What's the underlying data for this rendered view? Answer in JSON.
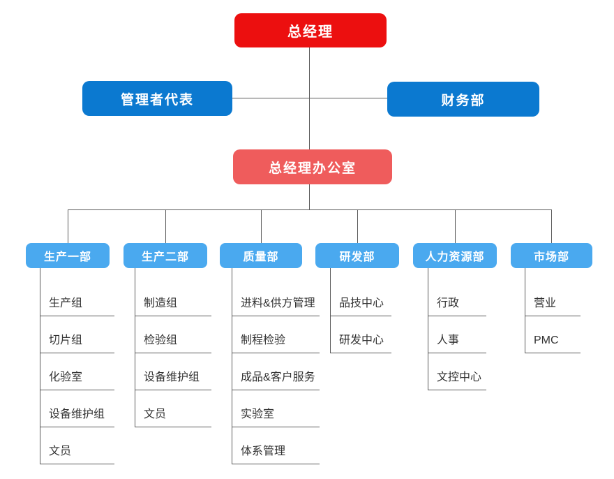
{
  "org": {
    "root": {
      "label": "总经理",
      "color": "#ec0f0f"
    },
    "level2": [
      {
        "label": "管理者代表",
        "color": "#0b79d0"
      },
      {
        "label": "财务部",
        "color": "#0b79d0"
      }
    ],
    "level3": {
      "label": "总经理办公室",
      "color": "#ef5c5c"
    },
    "departments": [
      {
        "label": "生产一部",
        "children": [
          "生产组",
          "切片组",
          "化验室",
          "设备维护组",
          "文员"
        ]
      },
      {
        "label": "生产二部",
        "children": [
          "制造组",
          "检验组",
          "设备维护组",
          "文员"
        ]
      },
      {
        "label": "质量部",
        "children": [
          "进料&供方管理",
          "制程检验",
          "成品&客户服务",
          "实验室",
          "体系管理"
        ]
      },
      {
        "label": "研发部",
        "children": [
          "品技中心",
          "研发中心"
        ]
      },
      {
        "label": "人力资源部",
        "children": [
          "行政",
          "人事",
          "文控中心"
        ]
      },
      {
        "label": "市场部",
        "children": [
          "营业",
          "PMC"
        ]
      }
    ],
    "colors": {
      "root": "#ec0f0f",
      "level2": "#0b79d0",
      "level3": "#ef5c5c",
      "department": "#4aa9ef",
      "line": "#5a5a5a",
      "item_text": "#333333"
    }
  }
}
